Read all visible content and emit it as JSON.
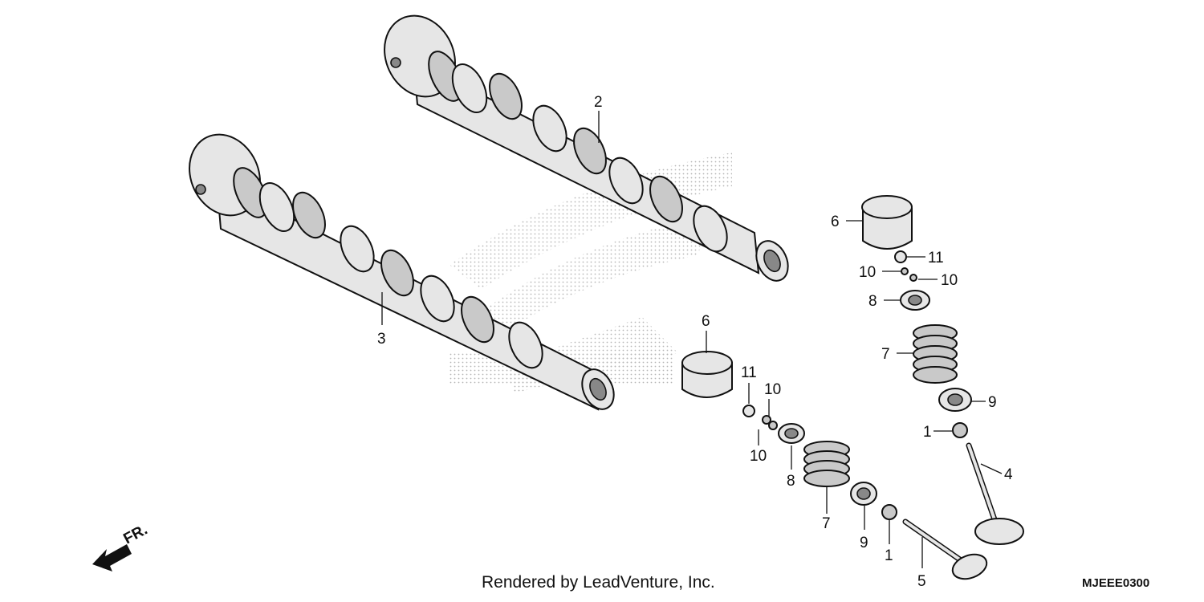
{
  "diagram": {
    "callouts": {
      "c2": "2",
      "c3": "3",
      "c6a": "6",
      "c11a": "11",
      "c10a": "10",
      "c10b": "10",
      "c8a": "8",
      "c7a": "7",
      "c9a": "9",
      "c1a": "1",
      "c4": "4",
      "c6b": "6",
      "c11b": "11",
      "c10c": "10",
      "c10d": "10",
      "c8b": "8",
      "c7b": "7",
      "c9b": "9",
      "c1b": "1",
      "c5": "5"
    },
    "direction_label": "FR.",
    "footer_text": "Rendered by LeadVenture, Inc.",
    "diagram_code": "MJEEE0300",
    "colors": {
      "line": "#111111",
      "part_fill": "#e6e6e6",
      "watermark": "#bbbbbb"
    },
    "icons": [
      "camshaft-icon",
      "valve-lifter-icon",
      "valve-spring-icon",
      "valve-icon",
      "front-direction-arrow-icon"
    ]
  }
}
